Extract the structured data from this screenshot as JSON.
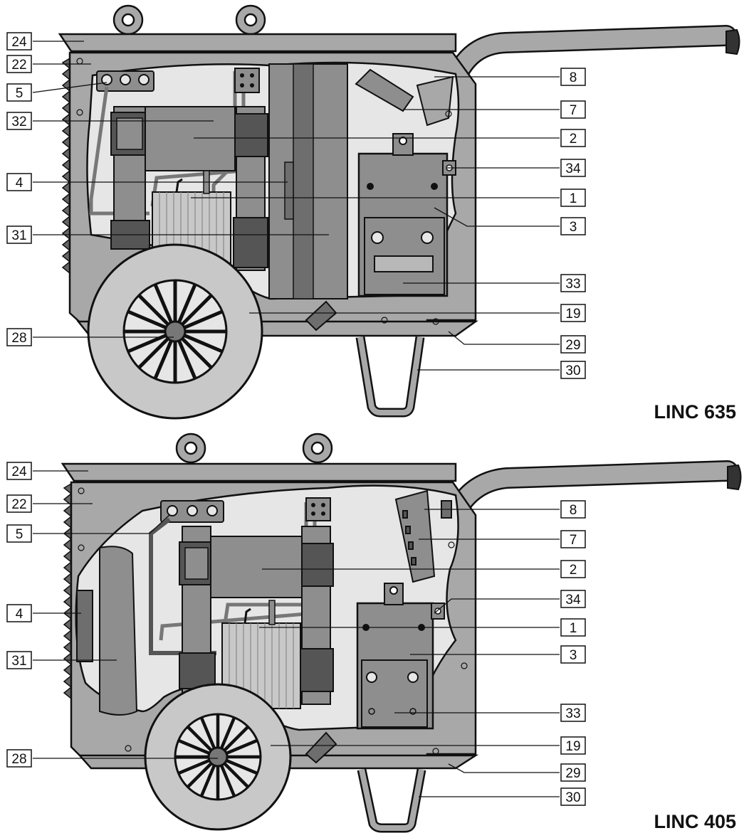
{
  "colors": {
    "frame": "#a8a8a8",
    "frame_dark": "#6e6e6e",
    "interior": "#e6e6e6",
    "component": "#8e8e8e",
    "component_dark": "#555555",
    "coil": "#c8c8c8",
    "outline": "#111111",
    "white": "#ffffff"
  },
  "diagrams": [
    {
      "model": "LINC 635",
      "left_callouts": [
        "24",
        "22",
        "5",
        "32",
        "4",
        "31",
        "28"
      ],
      "right_callouts": [
        "8",
        "7",
        "2",
        "34",
        "1",
        "3",
        "33",
        "19",
        "29",
        "30"
      ]
    },
    {
      "model": "LINC 405",
      "left_callouts": [
        "24",
        "22",
        "5",
        "4",
        "31",
        "28"
      ],
      "right_callouts": [
        "8",
        "7",
        "2",
        "34",
        "1",
        "3",
        "33",
        "19",
        "29",
        "30"
      ]
    }
  ]
}
